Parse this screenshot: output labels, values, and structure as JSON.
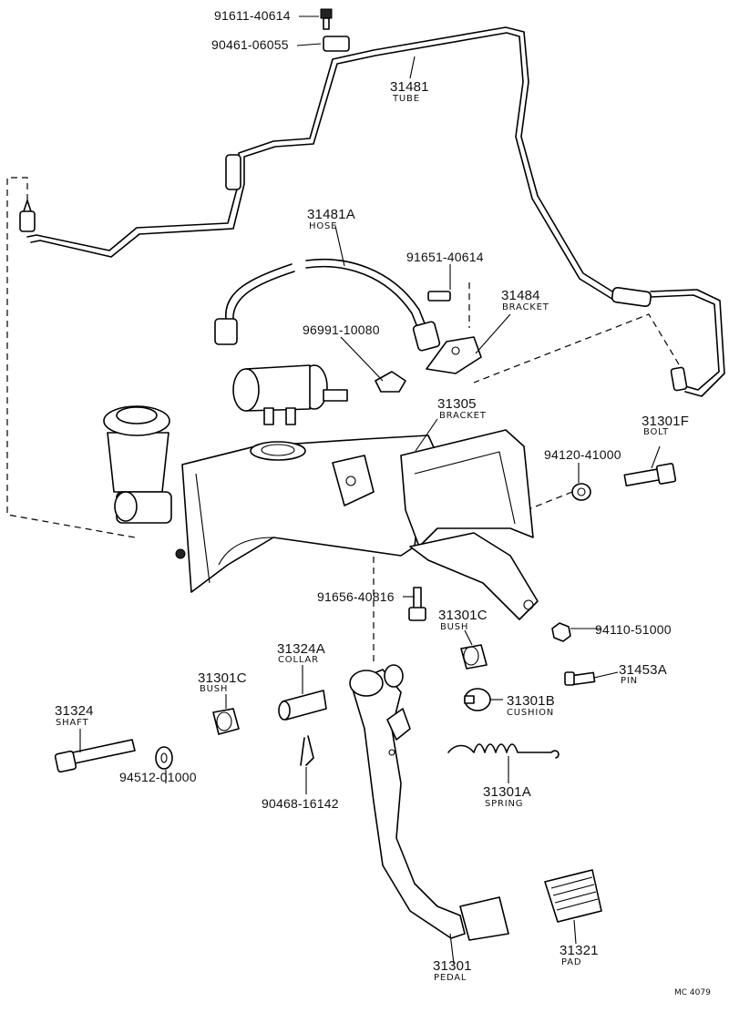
{
  "labels": {
    "p91611": "91611-40614",
    "p90461": "90461-06055",
    "p31481": "31481",
    "n31481": "TUBE",
    "p31481a": "31481A",
    "n31481a": "HOSE",
    "p91651": "91651-40614",
    "p31484": "31484",
    "n31484": "BRACKET",
    "p96991": "96991-10080",
    "p31305": "31305",
    "n31305": "BRACKET",
    "p31301f": "31301F",
    "n31301f": "BOLT",
    "p94120": "94120-41000",
    "p91656": "91656-40816",
    "p31301c_r": "31301C",
    "n31301c_r": "BUSH",
    "p94110": "94110-51000",
    "p31324a": "31324A",
    "n31324a": "COLLAR",
    "p31301c_l": "31301C",
    "n31301c_l": "BUSH",
    "p31453a": "31453A",
    "n31453a": "PIN",
    "p31324": "31324",
    "n31324": "SHAFT",
    "p31301b": "31301B",
    "n31301b": "CUSHION",
    "p94512": "94512-01000",
    "p90468": "90468-16142",
    "p31301a": "31301A",
    "n31301a": "SPRING",
    "p31301": "31301",
    "n31301": "PEDAL",
    "p31321": "31321",
    "n31321": "PAD",
    "code": "MC 4079"
  }
}
